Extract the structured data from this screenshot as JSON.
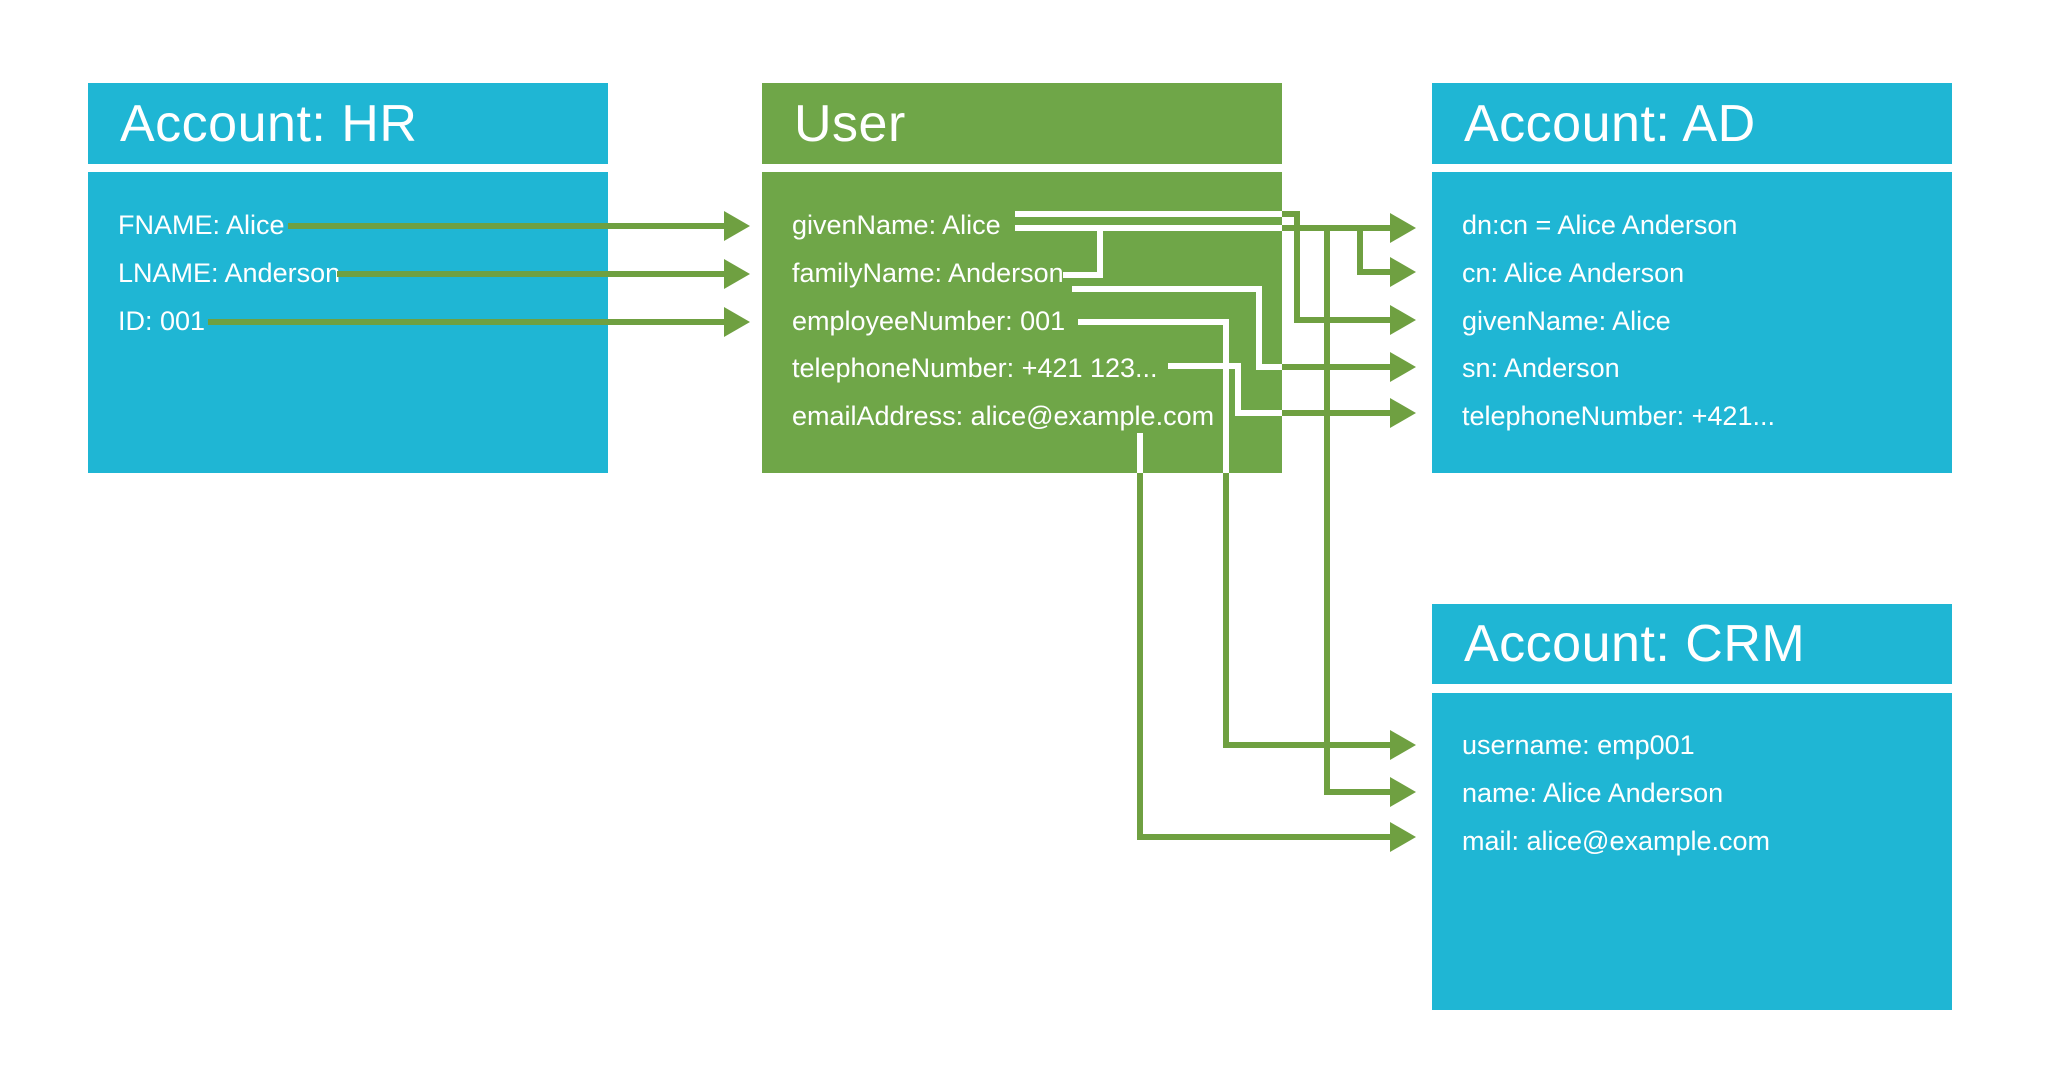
{
  "colors": {
    "cyan": "#1FB6D4",
    "green_box": "#6FA648",
    "green_line": "#6FA041",
    "text": "#FFFFFF",
    "background": "#FFFFFF"
  },
  "boxes": {
    "hr": {
      "title": "Account: HR",
      "rows": [
        "FNAME: Alice",
        "LNAME: Anderson",
        "ID: 001"
      ]
    },
    "user": {
      "title": "User",
      "rows": [
        "givenName: Alice",
        "familyName: Anderson",
        "employeeNumber: 001",
        "telephoneNumber: +421 123...",
        "emailAddress: alice@example.com"
      ]
    },
    "ad": {
      "title": "Account: AD",
      "rows": [
        "dn:cn = Alice Anderson",
        "cn: Alice Anderson",
        "givenName: Alice",
        "sn: Anderson",
        "telephoneNumber: +421..."
      ]
    },
    "crm": {
      "title": "Account: CRM",
      "rows": [
        "username: emp001",
        "name: Alice Anderson",
        "mail: alice@example.com"
      ]
    }
  },
  "connections": [
    {
      "from": "hr.FNAME",
      "to": "user.givenName"
    },
    {
      "from": "hr.LNAME",
      "to": "user.familyName"
    },
    {
      "from": "hr.ID",
      "to": "user.employeeNumber"
    },
    {
      "from": "user.givenName",
      "to": "ad.givenName"
    },
    {
      "from": "user.givenName + user.familyName",
      "to": "ad.dn:cn"
    },
    {
      "from": "user.givenName + user.familyName",
      "to": "ad.cn"
    },
    {
      "from": "user.givenName + user.familyName",
      "to": "crm.name"
    },
    {
      "from": "user.familyName",
      "to": "ad.sn"
    },
    {
      "from": "user.employeeNumber",
      "to": "crm.username"
    },
    {
      "from": "user.telephoneNumber",
      "to": "ad.telephoneNumber"
    },
    {
      "from": "user.emailAddress",
      "to": "crm.mail"
    }
  ]
}
